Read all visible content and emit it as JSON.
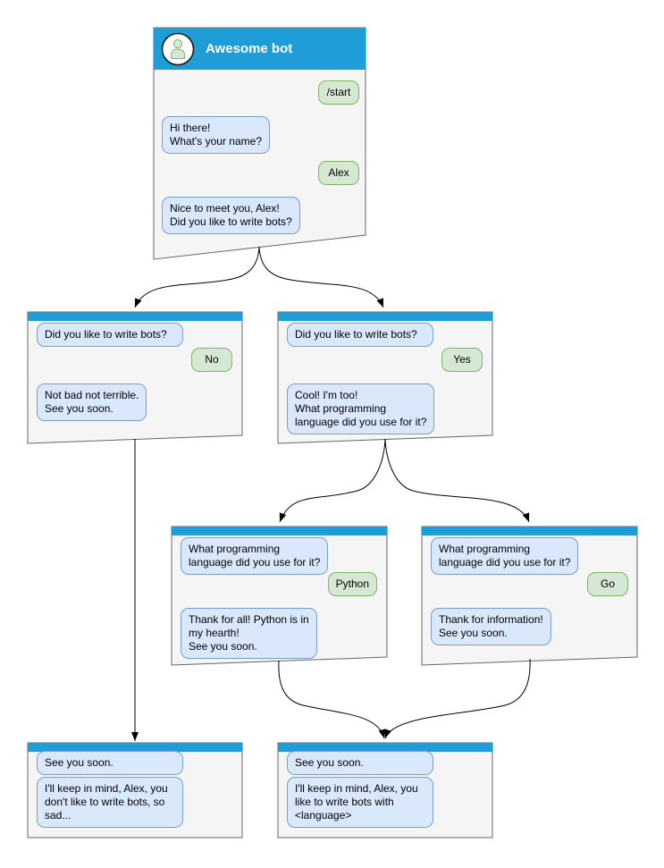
{
  "title": "Chat bot conversation flow diagram",
  "colors": {
    "header_blue": "#1e9dd9",
    "window_bg": "#f5f5f5",
    "window_border": "#666666",
    "bot_bubble_bg": "#dae8fc",
    "bot_bubble_border": "#7a9cce",
    "user_bubble_bg": "#d5e8d4",
    "user_bubble_border": "#82b366",
    "arrow": "#000000",
    "header_text": "#ffffff"
  },
  "icons": {
    "avatar": "person-icon"
  },
  "windows": {
    "main": {
      "title": "Awesome bot",
      "user_start": "/start",
      "bot_greeting": "Hi there!\nWhat's your name?",
      "user_name": "Alex",
      "bot_question": "Nice to meet you, Alex!\nDid you like to write bots?"
    },
    "no_branch": {
      "bot_question": "Did you like to write bots?",
      "user_answer": "No",
      "bot_reply": "Not bad not terrible.\nSee you soon."
    },
    "yes_branch": {
      "bot_question": "Did you like to write bots?",
      "user_answer": "Yes",
      "bot_reply": "Cool! I'm too!\nWhat programming\nlanguage did you use for it?"
    },
    "python_branch": {
      "bot_question": "What programming\nlanguage did you use for it?",
      "user_answer": "Python",
      "bot_reply": "Thank for all! Python is in\nmy hearth!\nSee you soon."
    },
    "go_branch": {
      "bot_question": "What programming\nlanguage did you use for it?",
      "user_answer": "Go",
      "bot_reply": "Thank for information!\nSee you soon."
    },
    "end_no": {
      "bot_message": "See you soon.",
      "bot_reply": "I'll keep in mind, Alex, you\ndon't like to write bots, so\nsad..."
    },
    "end_yes": {
      "bot_message": "See you soon.",
      "bot_reply": "I'll keep in mind, Alex, you\nlike to write bots with\n<language>"
    }
  }
}
